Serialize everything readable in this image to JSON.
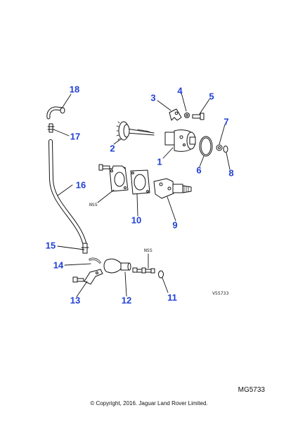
{
  "diagram": {
    "callouts": {
      "c1": "1",
      "c2": "2",
      "c3": "3",
      "c4": "4",
      "c5": "5",
      "c6": "6",
      "c7": "7",
      "c8": "8",
      "c9": "9",
      "c10": "10",
      "c11": "11",
      "c12": "12",
      "c13": "13",
      "c14": "14",
      "c15": "15",
      "c16": "16",
      "c17": "17",
      "c18": "18"
    },
    "nss_upper": "NSS",
    "nss_lower": "NSS",
    "drawing_code": "V55733",
    "callout_color": "#1f3fd6",
    "line_color": "#111111"
  },
  "footer": {
    "reference": "MG5733",
    "copyright": "© Copyright, 2016. Jaguar Land Rover Limited."
  }
}
